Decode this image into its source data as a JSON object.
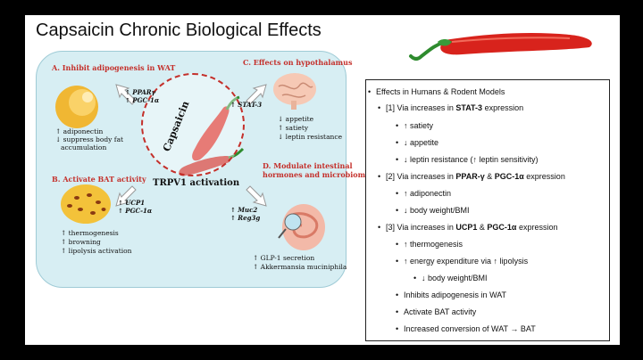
{
  "title": "Capsaicin Chronic Biological Effects",
  "center": {
    "label1": "Capsaicin",
    "label2": "TRPV1 activation"
  },
  "sections": {
    "A": {
      "title": "A. Inhibit adipogenesis in WAT",
      "genes": [
        "↑ PPARγ",
        "↑ PGC-1α"
      ],
      "effects": [
        "↑ adiponectin",
        "↓ suppress body fat",
        "accumulation"
      ]
    },
    "B": {
      "title": "B. Activate BAT activity",
      "genes": [
        "↑ UCP1",
        "↑ PGC-1α"
      ],
      "effects": [
        "↑ thermogenesis",
        "↑ browning",
        "↑ lipolysis activation"
      ]
    },
    "C": {
      "title": "C. Effects on hypothalamus",
      "genes": [
        "↑ STAT-3"
      ],
      "effects": [
        "↓ appetite",
        "↑ satiety",
        "↓ leptin resistance"
      ]
    },
    "D": {
      "title": "D. Modulate intestinal",
      "title2": "hormones and microbiome",
      "genes": [
        "↑ Muc2",
        "↑ Reg3g"
      ],
      "effects": [
        "↑ GLP-1 secretion",
        "↑ Akkermansia muciniphila"
      ]
    }
  },
  "bullets": {
    "header": "Effects in Humans & Rodent Models",
    "g1": {
      "pre": "[1] Via increases in ",
      "bold": "STAT-3",
      "post": " expression",
      "items": [
        "↑ satiety",
        "↓ appetite",
        "↓ leptin resistance (↑ leptin sensitivity)"
      ]
    },
    "g2": {
      "pre": "[2] Via increases in ",
      "bold1": "PPAR-γ",
      "mid": " & ",
      "bold2": "PGC-1α",
      "post": " expression",
      "items": [
        "↑ adiponectin",
        "↓ body weight/BMI"
      ]
    },
    "g3": {
      "pre": "[3] Via increases in ",
      "bold1": "UCP1",
      "mid": " & ",
      "bold2": "PGC-1α",
      "post": " expression",
      "items": [
        "↑ thermogenesis",
        "↑ energy expenditure via ↑ lipolysis",
        "↓ body weight/BMI",
        "Inhibits adipogenesis in WAT",
        "Activate BAT activity",
        "Increased conversion of WAT → BAT"
      ]
    }
  },
  "colors": {
    "accent_red": "#c4302b",
    "panel_bg": "#d7eef3"
  }
}
